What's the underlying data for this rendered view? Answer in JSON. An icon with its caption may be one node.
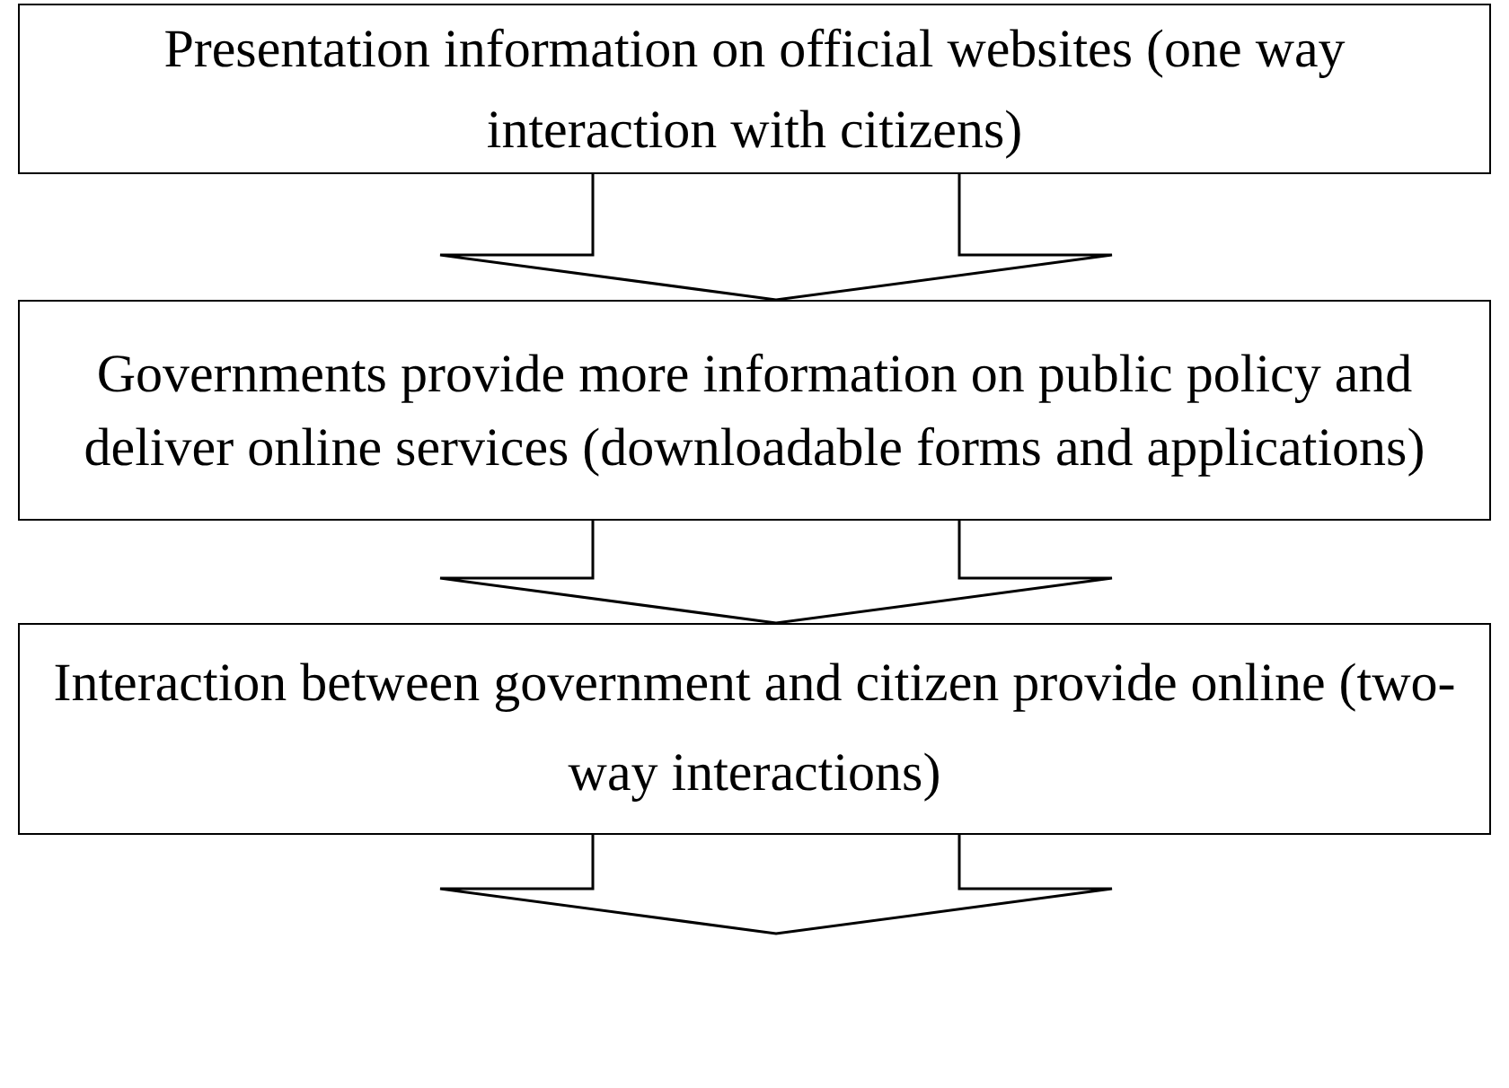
{
  "diagram": {
    "nodes": [
      {
        "text": [
          "Presentation information on official websites (one way interaction with citizens)"
        ]
      },
      {
        "text": [
          "Governments provide more information on public policy and deliver online services (downloadable forms and applications)"
        ]
      },
      {
        "text": [
          "Interaction between government and citizen provide online (two-way interactions)"
        ]
      }
    ],
    "edges": [
      {
        "from": 0,
        "to": 1,
        "arrow": "to"
      },
      {
        "from": 1,
        "to": 2,
        "arrow": "to"
      },
      {
        "from": 2,
        "to": null,
        "arrow": "to"
      }
    ]
  }
}
